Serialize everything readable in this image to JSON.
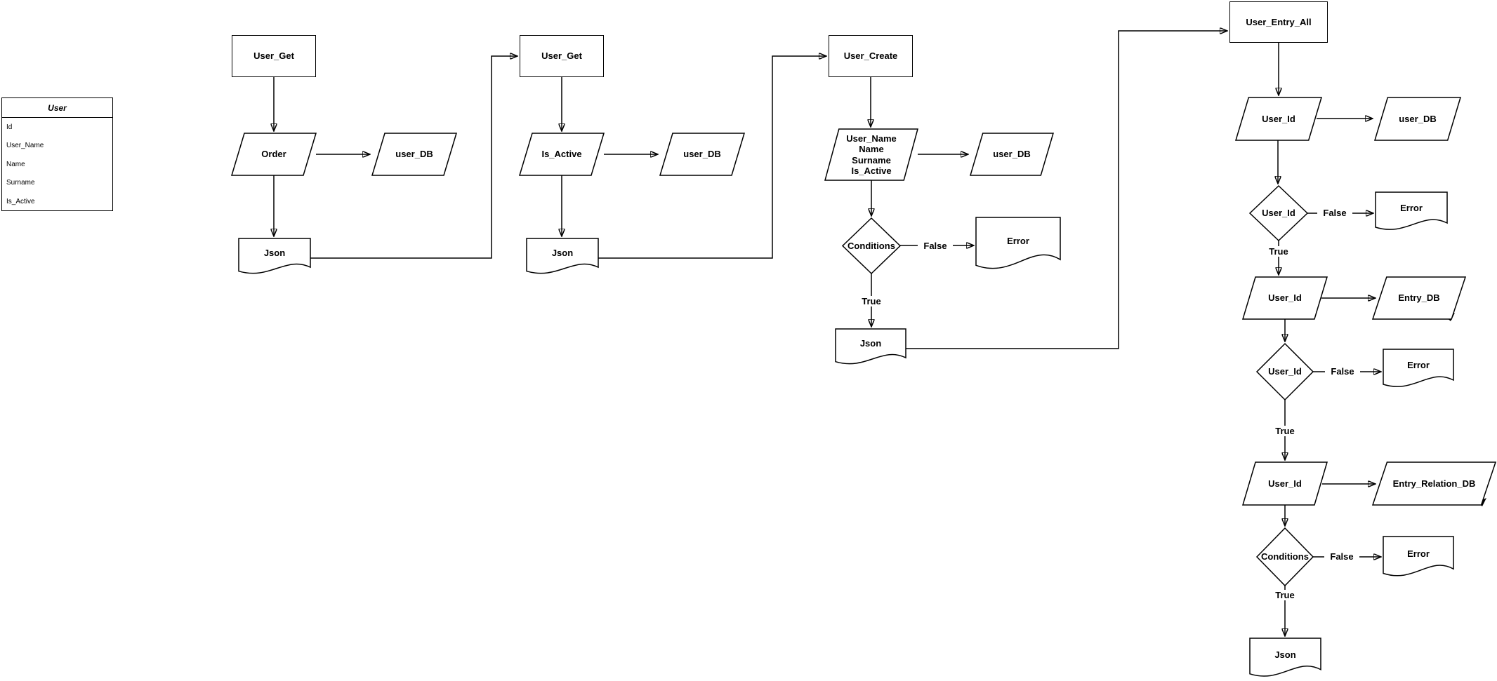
{
  "entity": {
    "title": "User",
    "fields": [
      "Id",
      "User_Name",
      "Name",
      "Surname",
      "Is_Active"
    ]
  },
  "nodes": {
    "f1_start": "User_Get",
    "f1_input": "Order",
    "f1_db": "user_DB",
    "f1_json": "Json",
    "f2_start": "User_Get",
    "f2_input": "Is_Active",
    "f2_db": "user_DB",
    "f2_json": "Json",
    "f3_start": "User_Create",
    "f3_input_lines": [
      "User_Name",
      "Name",
      "Surname",
      "Is_Active"
    ],
    "f3_db": "user_DB",
    "f3_cond": "Conditions",
    "f3_error": "Error",
    "f3_json": "Json",
    "f4_start": "User_Entry_All",
    "f4_input1": "User_Id",
    "f4_db1": "user_DB",
    "f4_cond1": "User_Id",
    "f4_error1": "Error",
    "f4_input2": "User_Id",
    "f4_db2": "Entry_DB",
    "f4_cond2": "User_Id",
    "f4_error2": "Error",
    "f4_input3": "User_Id",
    "f4_db3": "Entry_Relation_DB",
    "f4_cond3": "Conditions",
    "f4_error3": "Error",
    "f4_json": "Json"
  },
  "edge_labels": {
    "true": "True",
    "false": "False"
  },
  "colors": {
    "stroke": "#000000",
    "fill": "#ffffff",
    "background": "#ffffff"
  }
}
